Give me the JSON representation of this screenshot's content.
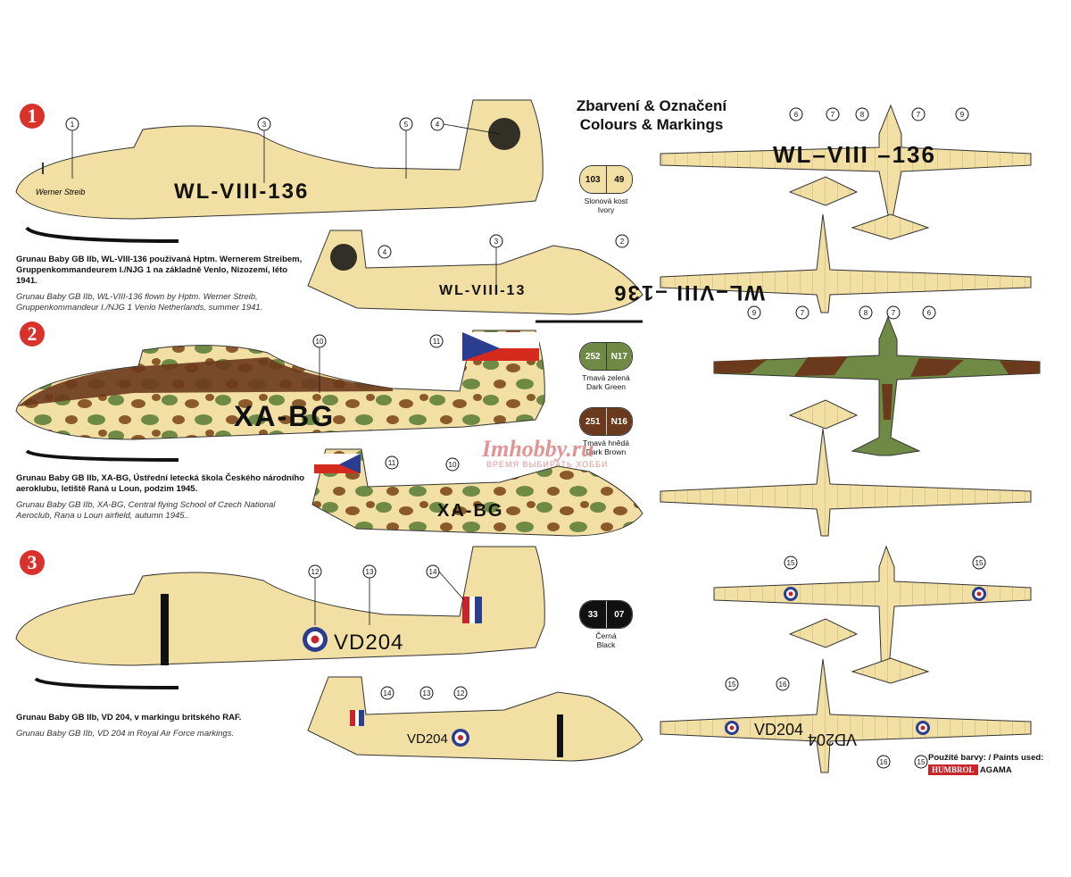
{
  "title": {
    "line1": "Zbarvení & Označení",
    "line2": "Colours & Markings"
  },
  "schemes": [
    {
      "number": "1",
      "cz": "Grunau Baby GB IIb, WL-VIII-136 používaná  Hptm. Wernerem Streibem, Gruppenkommandeurem I./NJG 1 na základně Venlo, Nizozemí, léto 1941.",
      "en": "Grunau Baby GB IIb, WL-VIII-136 flown by Hptm. Werner Streib, Gruppenkommandeur I./NJG 1  Venlo Netherlands, summer 1941.",
      "registration": "WL-VIII-136",
      "registration_stbd": "WL-VIII-13",
      "name_script": "Werner Streib"
    },
    {
      "number": "2",
      "cz": "Grunau Baby GB IIb, XA-BG, Ústřední letecká škola Českého národního aeroklubu, letiště Raná u Loun, podzim 1945.",
      "en": "Grunau Baby GB IIb, XA-BG, Central flying School of Czech National Aeroclub, Rana u Loun airfield, autumn 1945..",
      "registration": "XA-BG"
    },
    {
      "number": "3",
      "cz": "Grunau Baby GB IIb, VD 204, v markingu britského RAF.",
      "en": "Grunau Baby GB IIb, VD 204 in Royal Air Force markings.",
      "registration": "VD204",
      "registration_top": "VD204"
    }
  ],
  "wing_texts": {
    "top1": "WL–VIII –136",
    "bottom1": "WL–VIII –136",
    "b3l": "VD204",
    "b3r": "VD204"
  },
  "paints": [
    {
      "codes": [
        "103",
        "49"
      ],
      "cz": "Slonová kost",
      "en": "Ivory",
      "color": "#f2dfa3",
      "dark": false
    },
    {
      "codes": [
        "252",
        "N17"
      ],
      "cz": "Tmavá zelená",
      "en": "Dark Green",
      "color": "#6f8a45",
      "dark": false
    },
    {
      "codes": [
        "251",
        "N16"
      ],
      "cz": "Tmavá hnědá",
      "en": "Dark Brown",
      "color": "#6b3a1c",
      "dark": true
    },
    {
      "codes": [
        "33",
        "07"
      ],
      "cz": "Černá",
      "en": "Black",
      "color": "#111111",
      "dark": true
    }
  ],
  "paints_used": {
    "label": "Použité barvy: / Paints used:",
    "brand1": "HUMBROL",
    "brand2": "AGAMA"
  },
  "watermark": {
    "name": "Imhobby.ru",
    "slogan": "ВРЕМЯ ВЫБИРАТЬ ХОББИ"
  },
  "colors": {
    "ivory": "#f2dfa3",
    "green": "#6f8a45",
    "brown": "#6b3a1c",
    "badge": "#d9312b"
  }
}
